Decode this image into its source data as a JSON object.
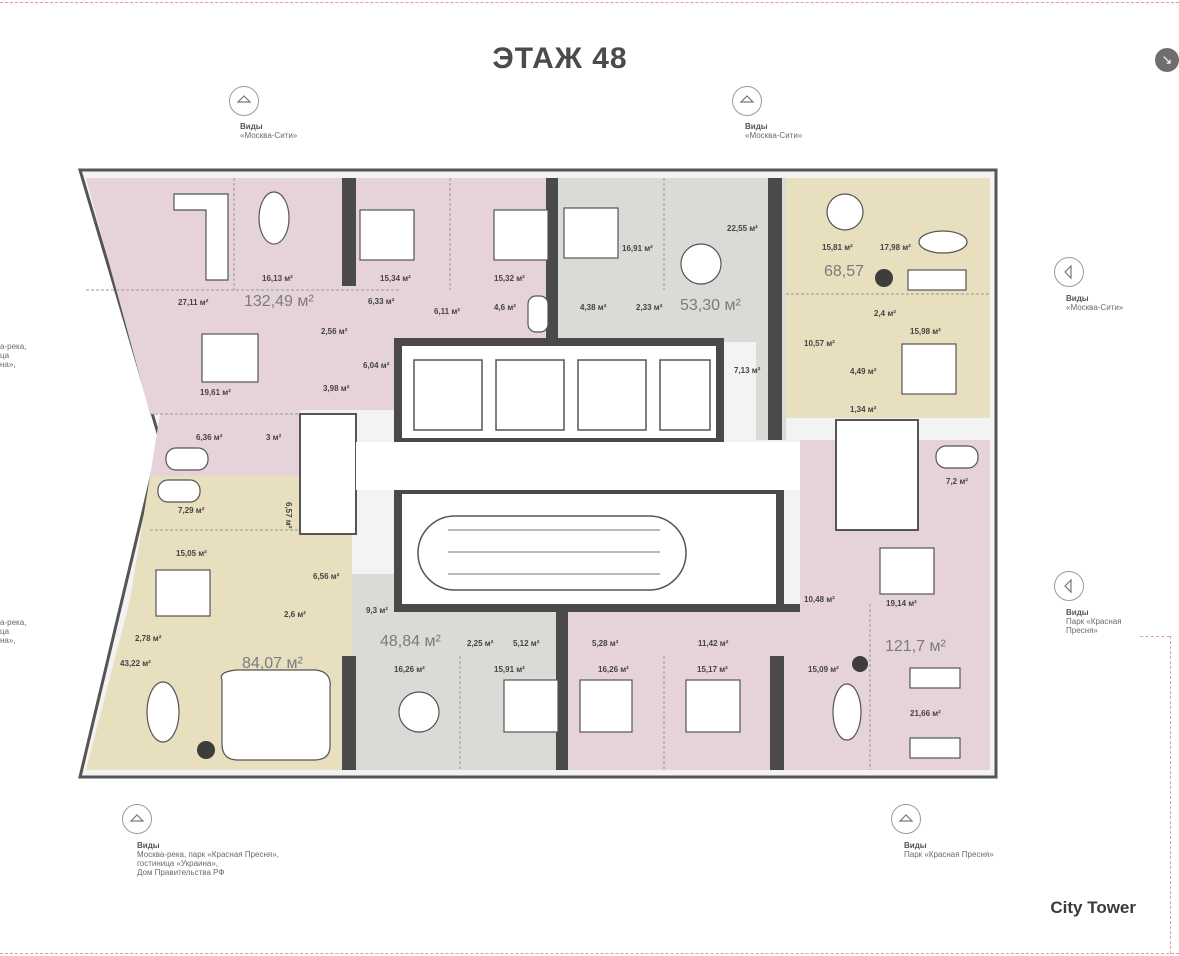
{
  "title": "ЭТАЖ 48",
  "brand": "City Tower",
  "expand_icon": "arrow-expand-icon",
  "views": {
    "top_left": {
      "head": "Виды",
      "text": "«Москва-Сити»"
    },
    "top_right": {
      "head": "Виды",
      "text": "«Москва-Сити»"
    },
    "right_upper": {
      "head": "Виды",
      "text": "«Москва-Сити»"
    },
    "right_lower": {
      "head": "Виды",
      "lines": [
        "Парк «Красная",
        "Пресня»"
      ]
    },
    "bottom_left": {
      "head": "Виды",
      "lines": [
        "Москва-река, парк «Красная Пресня»,",
        "гостиница «Украина»,",
        "Дом Правительства РФ"
      ]
    },
    "bottom_right": {
      "head": "Виды",
      "text": "Парк «Красная Пресня»"
    },
    "left_upper_cut": [
      "а-река,",
      "ца",
      "на»,"
    ],
    "left_lower_cut": [
      "а-река,",
      "ца",
      "на»,"
    ]
  },
  "apartments": {
    "a1": "132,49 м²",
    "a2": "53,30 м²",
    "a3": "68,57",
    "a4": "84,07 м²",
    "a5": "48,84 м²",
    "a6": "121,7 м²"
  },
  "rooms": {
    "r01": "27,11 м²",
    "r02": "16,13 м²",
    "r03": "15,34 м²",
    "r04": "15,32 м²",
    "r05": "16,91 м²",
    "r06": "22,55 м²",
    "r07": "15,81 м²",
    "r08": "17,98 м²",
    "r09": "6,33 м²",
    "r10": "6,11 м²",
    "r11": "4,6 м²",
    "r12": "4,38 м²",
    "r13": "2,33 м²",
    "r14": "2,56 м²",
    "r15": "6,04 м²",
    "r16": "3,98 м²",
    "r17": "19,61 м²",
    "r18": "6,36 м²",
    "r19": "3 м²",
    "r20": "7,13 м²",
    "r21": "2,4 м²",
    "r22": "15,98 м²",
    "r23": "10,57 м²",
    "r24": "4,49 м²",
    "r25": "1,34 м²",
    "r26": "7,29 м²",
    "r27": "6,57 м²",
    "r28": "15,05 м²",
    "r29": "6,56 м²",
    "r30": "2,6 м²",
    "r31": "2,78 м²",
    "r32": "43,22 м²",
    "r33": "9,3 м²",
    "r34": "2,25 м²",
    "r35": "5,12 м²",
    "r36": "5,28 м²",
    "r37": "11,42 м²",
    "r38": "16,26 м²",
    "r39": "15,91 м²",
    "r40": "16,26 м²",
    "r41": "15,17 м²",
    "r42": "15,09 м²",
    "r43": "21,66 м²",
    "r44": "7,2 м²",
    "r45": "19,14 м²",
    "r46": "10,48 м²"
  },
  "colors": {
    "pink": "#e6d3da",
    "gray": "#d9dbd7",
    "beige": "#e7dfbd",
    "wall": "#4a4a4a",
    "core": "#ffffff"
  }
}
